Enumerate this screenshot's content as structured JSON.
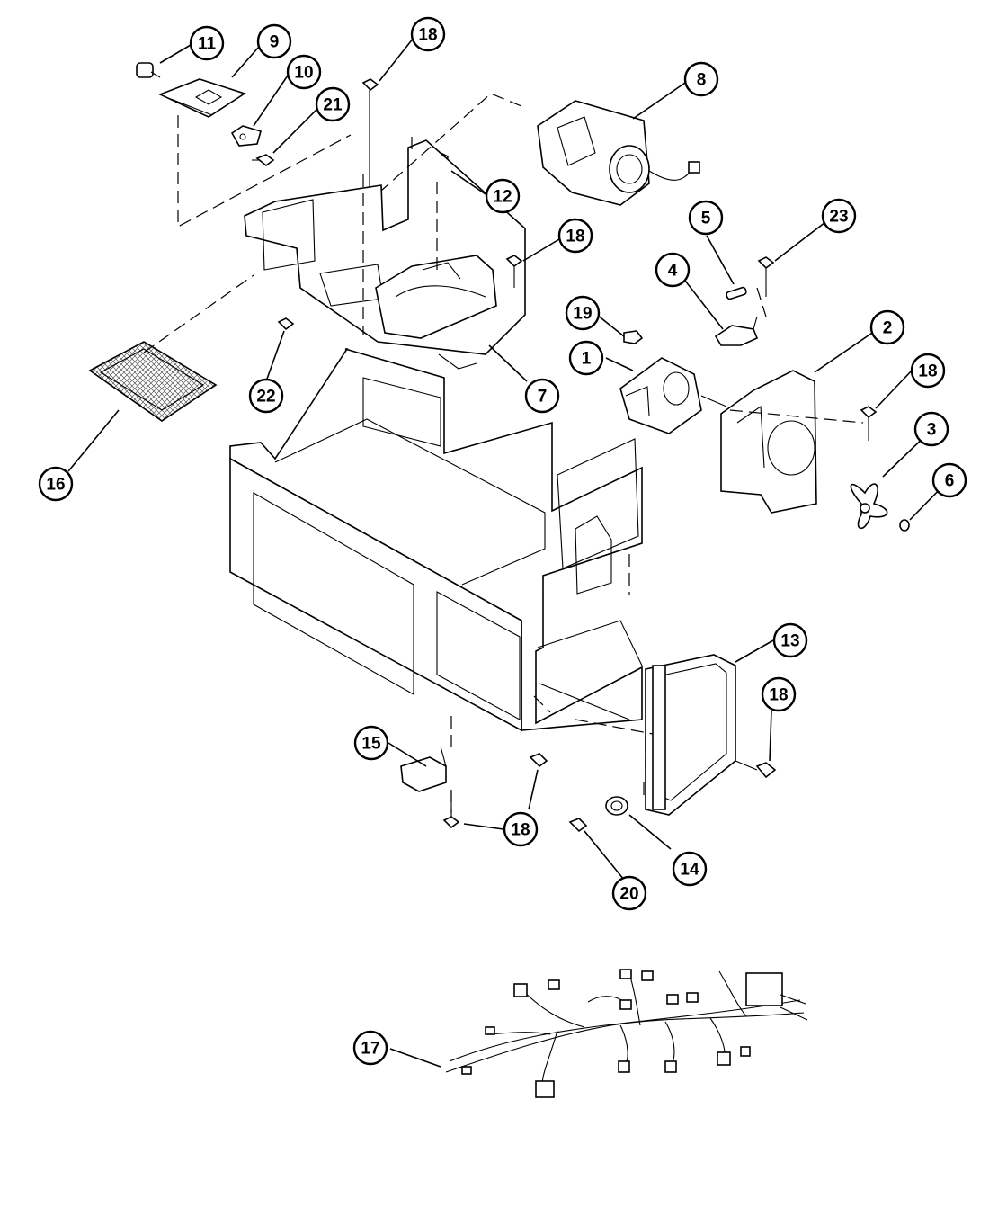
{
  "colors": {
    "line": "#000000",
    "background": "#ffffff"
  },
  "callouts": [
    {
      "id": "c11a",
      "label": "11"
    },
    {
      "id": "c9",
      "label": "9"
    },
    {
      "id": "c10",
      "label": "10"
    },
    {
      "id": "c21",
      "label": "21"
    },
    {
      "id": "c18a",
      "label": "18"
    },
    {
      "id": "c8",
      "label": "8"
    },
    {
      "id": "c12",
      "label": "12"
    },
    {
      "id": "c18b",
      "label": "18"
    },
    {
      "id": "c23",
      "label": "23"
    },
    {
      "id": "c5",
      "label": "5"
    },
    {
      "id": "c4",
      "label": "4"
    },
    {
      "id": "c19",
      "label": "19"
    },
    {
      "id": "c1",
      "label": "1"
    },
    {
      "id": "c2",
      "label": "2"
    },
    {
      "id": "c18c",
      "label": "18"
    },
    {
      "id": "c3",
      "label": "3"
    },
    {
      "id": "c6",
      "label": "6"
    },
    {
      "id": "c22",
      "label": "22"
    },
    {
      "id": "c7",
      "label": "7"
    },
    {
      "id": "c16",
      "label": "16"
    },
    {
      "id": "c13",
      "label": "13"
    },
    {
      "id": "c18d",
      "label": "18"
    },
    {
      "id": "c15",
      "label": "15"
    },
    {
      "id": "c18e",
      "label": "18"
    },
    {
      "id": "c14",
      "label": "14"
    },
    {
      "id": "c20",
      "label": "20"
    },
    {
      "id": "c17",
      "label": "17"
    }
  ]
}
